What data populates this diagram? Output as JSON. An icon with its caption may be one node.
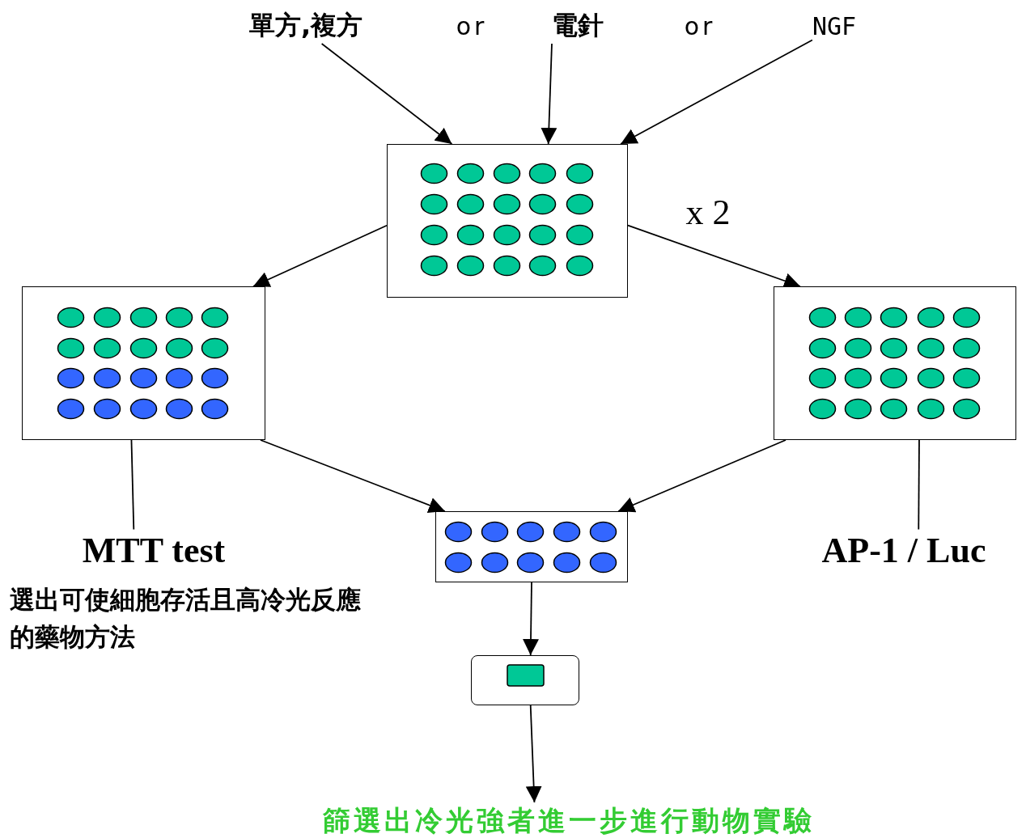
{
  "diagram": {
    "nodes": [
      {
        "text": [
          "單方,複方"
        ]
      },
      {
        "text": [
          "電針"
        ]
      },
      {
        "text": [
          "NGF"
        ]
      },
      {
        "text": [],
        "shape": "box"
      },
      {
        "text": [],
        "shape": "box"
      },
      {
        "text": [],
        "shape": "box"
      },
      {
        "text": [],
        "shape": "box"
      },
      {
        "text": [],
        "shape": "box"
      },
      {
        "text": [
          "篩選出冷光強者進一步進行動物實驗"
        ]
      },
      {
        "text": [
          "MTT test"
        ]
      },
      {
        "text": [
          "AP-1 / Luc"
        ]
      }
    ],
    "edges": [
      {
        "from": 0,
        "to": 3,
        "arrow": "to"
      },
      {
        "from": 1,
        "to": 3,
        "arrow": "to"
      },
      {
        "from": 2,
        "to": 3,
        "arrow": "to"
      },
      {
        "from": 3,
        "to": 4,
        "arrow": "to"
      },
      {
        "from": 3,
        "to": 5,
        "arrow": "to",
        "label": "x 2"
      },
      {
        "from": 4,
        "to": 6,
        "arrow": "to"
      },
      {
        "from": 5,
        "to": 6,
        "arrow": "to"
      },
      {
        "from": 6,
        "to": 7,
        "arrow": "to"
      },
      {
        "from": 7,
        "to": 8,
        "arrow": "to"
      },
      {
        "from": 4,
        "to": 9,
        "arrow": "none"
      },
      {
        "from": 5,
        "to": 10,
        "arrow": "none"
      }
    ],
    "labels": [
      "or",
      "or",
      "選出可使細胞存活且高冷光反應的藥物方法"
    ]
  }
}
